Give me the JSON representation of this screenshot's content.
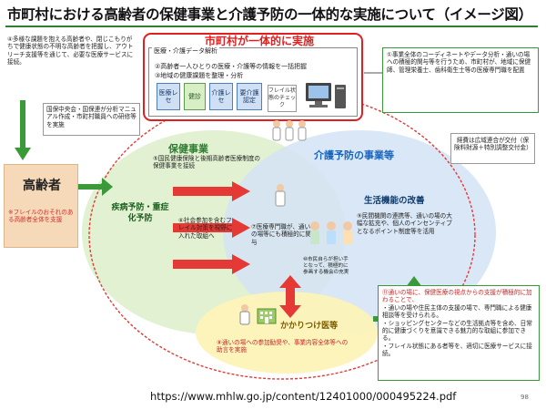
{
  "title": "市町村における高齢者の保健事業と介護予防の一体的な実施について（イメージ図）",
  "url": "https://www.mhlw.go.jp/content/12401000/000495224.pdf",
  "page_number": "98",
  "left_note": {
    "text": "④多様な課題を抱える高齢者や、閉じこもりがちで健康状態の不明な高齢者を把握し、アウトリーチ支援等を通じて、必要な医療サービスに接続。"
  },
  "municipality": {
    "title": "市町村が一体的に実施",
    "analysis_label": "医療・介護データ解析",
    "item2": "②高齢者一人ひとりの医療・介護等の情報を一括把握",
    "item3": "③地域の健康課題を整理・分析",
    "tiles": [
      "医療レセ",
      "健診",
      "介護レセ",
      "要介護認定",
      "フレイル状態のチェック"
    ]
  },
  "right_note": {
    "text": "①事業全体のコーディネートやデータ分析・通いの場への積極的関与等を行うため、市町村が、地域に保健師、管理栄養士、歯科衛生士等の医療専門職を配置"
  },
  "support_note": {
    "text": "国保中央会・国保連が分析マニュアル作成・市町村職員への研修等を実施"
  },
  "funding": {
    "text": "経費は広域連合が交付（保険料財源＋特別調整交付金）"
  },
  "elderly": {
    "label": "高齢者",
    "note": "※フレイルのおそれのある高齢者全体を支援"
  },
  "circles": {
    "health": {
      "title": "保健事業",
      "item5": "⑤国民健康保険と後期高齢者医療制度の保健事業を接続",
      "disease": "疾病予防・重症化予防",
      "item6": "⑥社会参加を含むフレイル対策を視野に入れた取組へ"
    },
    "care": {
      "title": "介護予防の事業等",
      "life": "生活機能の改善",
      "item9": "⑨民間機関の連携等、通いの場の大幅な拡充や、個人のインセンティブとなるポイント制度等を活用"
    },
    "overlap": {
      "item7": "⑦医療専門職が、通いの場等にも積極的に関与",
      "item10": "⑩市民自らが担い手となって、積極的に参画する機会の充実"
    },
    "doctor": {
      "title": "かかりつけ医等",
      "item8": "⑧通いの場への参加勧奨や、事業内容全体等への助言を実施"
    }
  },
  "bottom_right": {
    "items": [
      "⑪通いの場に、保健医療の視点からの支援が積極的に加わることで、",
      "・通いの場や住民主体の支援の場で、専門職による健康相談等を受けられる。",
      "・ショッピングセンターなどの生活拠点等を含め、日常的に健康づくりを意識できる魅力的な取組に参加できる。",
      "・フレイル状態にある者等を、適切に医療サービスに接続。"
    ]
  },
  "colors": {
    "green": "#3a9a3a",
    "red": "#e02020",
    "health_circle": "#dff0cf",
    "care_circle": "#dce8f5",
    "doctor_circle": "#fdf6c8"
  }
}
